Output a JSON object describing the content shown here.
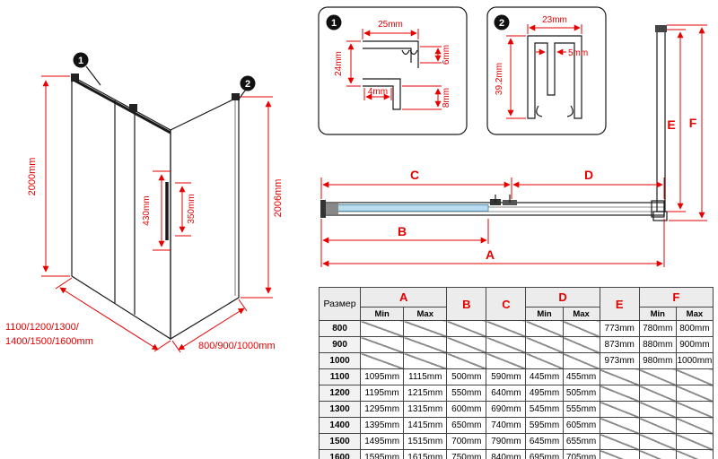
{
  "colors": {
    "dimension_red": "#e60000",
    "glass_blue": "#b8dcee",
    "line_black": "#1a1a1a"
  },
  "perspective": {
    "callout1": "1",
    "callout2": "2",
    "dim_height_left": "2000mm",
    "dim_height_right": "2006mm",
    "dim_handle_outer": "430mm",
    "dim_handle_inner": "350mm",
    "dim_width_line1": "1100/1200/1300/",
    "dim_width_line2": "1400/1500/1600mm",
    "dim_depth": "800/900/1000mm"
  },
  "detail1": {
    "marker": "1",
    "dim_width": "25mm",
    "dim_height": "24mm",
    "dim_gap": "4mm",
    "dim_top_right": "6mm",
    "dim_bottom_right": "8mm"
  },
  "detail2": {
    "marker": "2",
    "dim_width": "23mm",
    "dim_slot": "5mm",
    "dim_height": "39.2mm"
  },
  "top_view": {
    "a": "A",
    "b": "B",
    "c": "C",
    "d": "D",
    "e": "E",
    "f": "F"
  },
  "table": {
    "header": {
      "size": "Размер",
      "a": "A",
      "b": "B",
      "c": "C",
      "d": "D",
      "e": "E",
      "f": "F",
      "min": "Min",
      "max": "Max"
    },
    "rows": [
      {
        "size": "800",
        "a_min": "",
        "a_max": "",
        "b": "",
        "c": "",
        "d_min": "",
        "d_max": "",
        "e": "773mm",
        "f_min": "780mm",
        "f_max": "800mm"
      },
      {
        "size": "900",
        "a_min": "",
        "a_max": "",
        "b": "",
        "c": "",
        "d_min": "",
        "d_max": "",
        "e": "873mm",
        "f_min": "880mm",
        "f_max": "900mm"
      },
      {
        "size": "1000",
        "a_min": "",
        "a_max": "",
        "b": "",
        "c": "",
        "d_min": "",
        "d_max": "",
        "e": "973mm",
        "f_min": "980mm",
        "f_max": "1000mm"
      },
      {
        "size": "1100",
        "a_min": "1095mm",
        "a_max": "1115mm",
        "b": "500mm",
        "c": "590mm",
        "d_min": "445mm",
        "d_max": "455mm",
        "e": "",
        "f_min": "",
        "f_max": ""
      },
      {
        "size": "1200",
        "a_min": "1195mm",
        "a_max": "1215mm",
        "b": "550mm",
        "c": "640mm",
        "d_min": "495mm",
        "d_max": "505mm",
        "e": "",
        "f_min": "",
        "f_max": ""
      },
      {
        "size": "1300",
        "a_min": "1295mm",
        "a_max": "1315mm",
        "b": "600mm",
        "c": "690mm",
        "d_min": "545mm",
        "d_max": "555mm",
        "e": "",
        "f_min": "",
        "f_max": ""
      },
      {
        "size": "1400",
        "a_min": "1395mm",
        "a_max": "1415mm",
        "b": "650mm",
        "c": "740mm",
        "d_min": "595mm",
        "d_max": "605mm",
        "e": "",
        "f_min": "",
        "f_max": ""
      },
      {
        "size": "1500",
        "a_min": "1495mm",
        "a_max": "1515mm",
        "b": "700mm",
        "c": "790mm",
        "d_min": "645mm",
        "d_max": "655mm",
        "e": "",
        "f_min": "",
        "f_max": ""
      },
      {
        "size": "1600",
        "a_min": "1595mm",
        "a_max": "1615mm",
        "b": "750mm",
        "c": "840mm",
        "d_min": "695mm",
        "d_max": "705mm",
        "e": "",
        "f_min": "",
        "f_max": ""
      }
    ]
  }
}
